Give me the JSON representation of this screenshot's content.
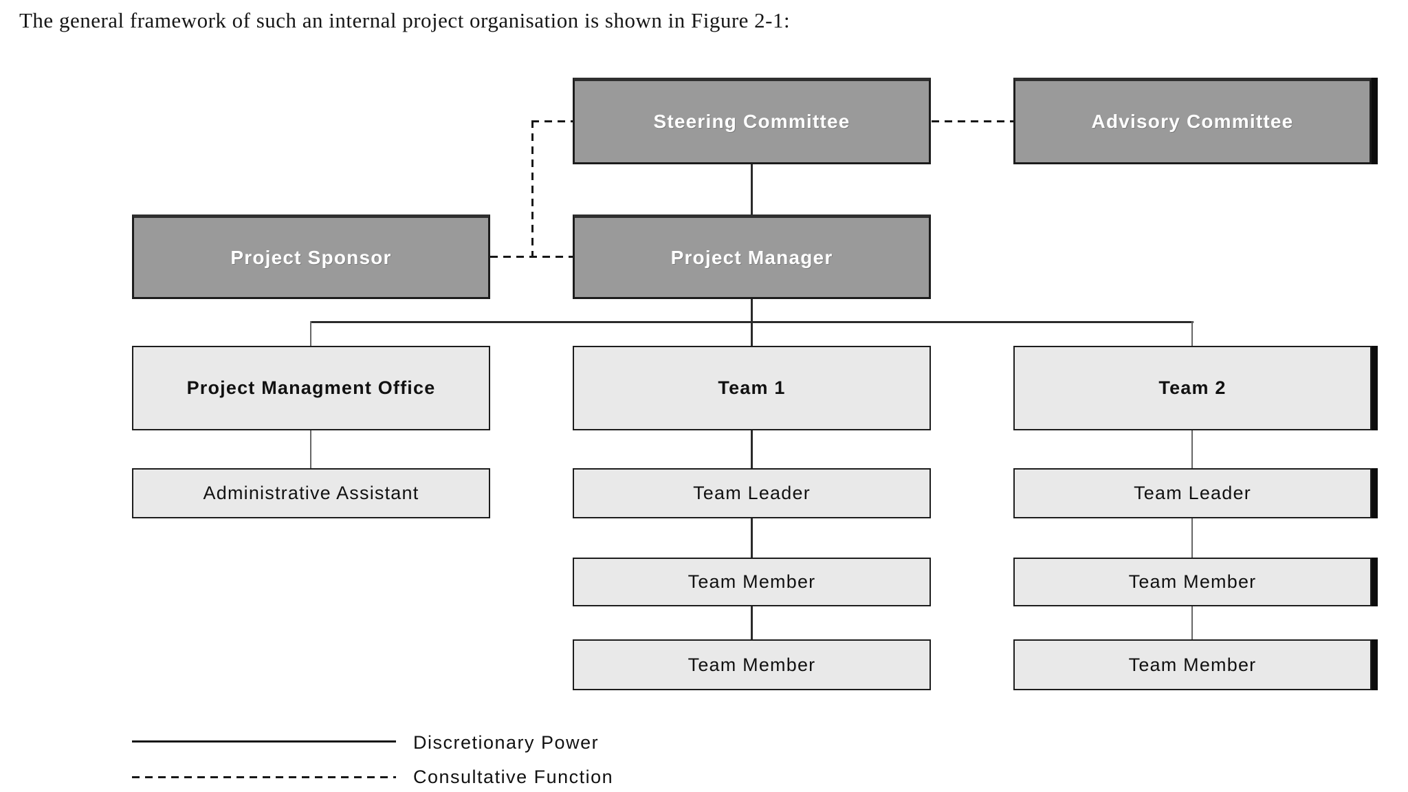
{
  "caption": "The general framework of such an internal project organisation is shown in Figure 2-1:",
  "figure": {
    "title_reference": "Figure 2-1",
    "nodes": {
      "steering_committee": {
        "label": "Steering Committee",
        "style": "dark"
      },
      "advisory_committee": {
        "label": "Advisory Committee",
        "style": "dark"
      },
      "project_sponsor": {
        "label": "Project Sponsor",
        "style": "dark"
      },
      "project_manager": {
        "label": "Project Manager",
        "style": "dark"
      },
      "project_management_office": {
        "label": "Project Managment Office",
        "style": "light-bold"
      },
      "team_1": {
        "label": "Team 1",
        "style": "light-bold"
      },
      "team_2": {
        "label": "Team 2",
        "style": "light-bold"
      },
      "administrative_assistant": {
        "label": "Administrative Assistant",
        "style": "light"
      },
      "team_1_leader": {
        "label": "Team Leader",
        "style": "light"
      },
      "team_2_leader": {
        "label": "Team Leader",
        "style": "light"
      },
      "team_1_member_1": {
        "label": "Team Member",
        "style": "light"
      },
      "team_1_member_2": {
        "label": "Team Member",
        "style": "light"
      },
      "team_2_member_1": {
        "label": "Team Member",
        "style": "light"
      },
      "team_2_member_2": {
        "label": "Team Member",
        "style": "light"
      }
    },
    "connections": {
      "solid_meaning": "Discretionary Power",
      "dashed_meaning": "Consultative Function",
      "dashed_links": [
        "Steering Committee - Project Sponsor",
        "Project Sponsor - Project Manager",
        "Steering Committee - Advisory Committee"
      ],
      "solid_links": [
        "Steering Committee - Project Manager",
        "Project Manager - Project Managment Office",
        "Project Manager - Team 1",
        "Project Manager - Team 2",
        "Project Managment Office - Administrative Assistant",
        "Team 1 - Team Leader - Team Member - Team Member",
        "Team 2 - Team Leader - Team Member - Team Member"
      ]
    },
    "legend": {
      "discretionary_power": {
        "label": "Discretionary Power",
        "line_style": "solid"
      },
      "consultative_function": {
        "label": "Consultative Function",
        "line_style": "dashed"
      }
    },
    "colors": {
      "dark_box_fill": "#9a9a9a",
      "dark_box_text": "#ffffff",
      "light_box_fill": "#e9e9e9",
      "light_box_text": "#111111",
      "border": "#1c1c1c",
      "background": "#ffffff"
    }
  }
}
